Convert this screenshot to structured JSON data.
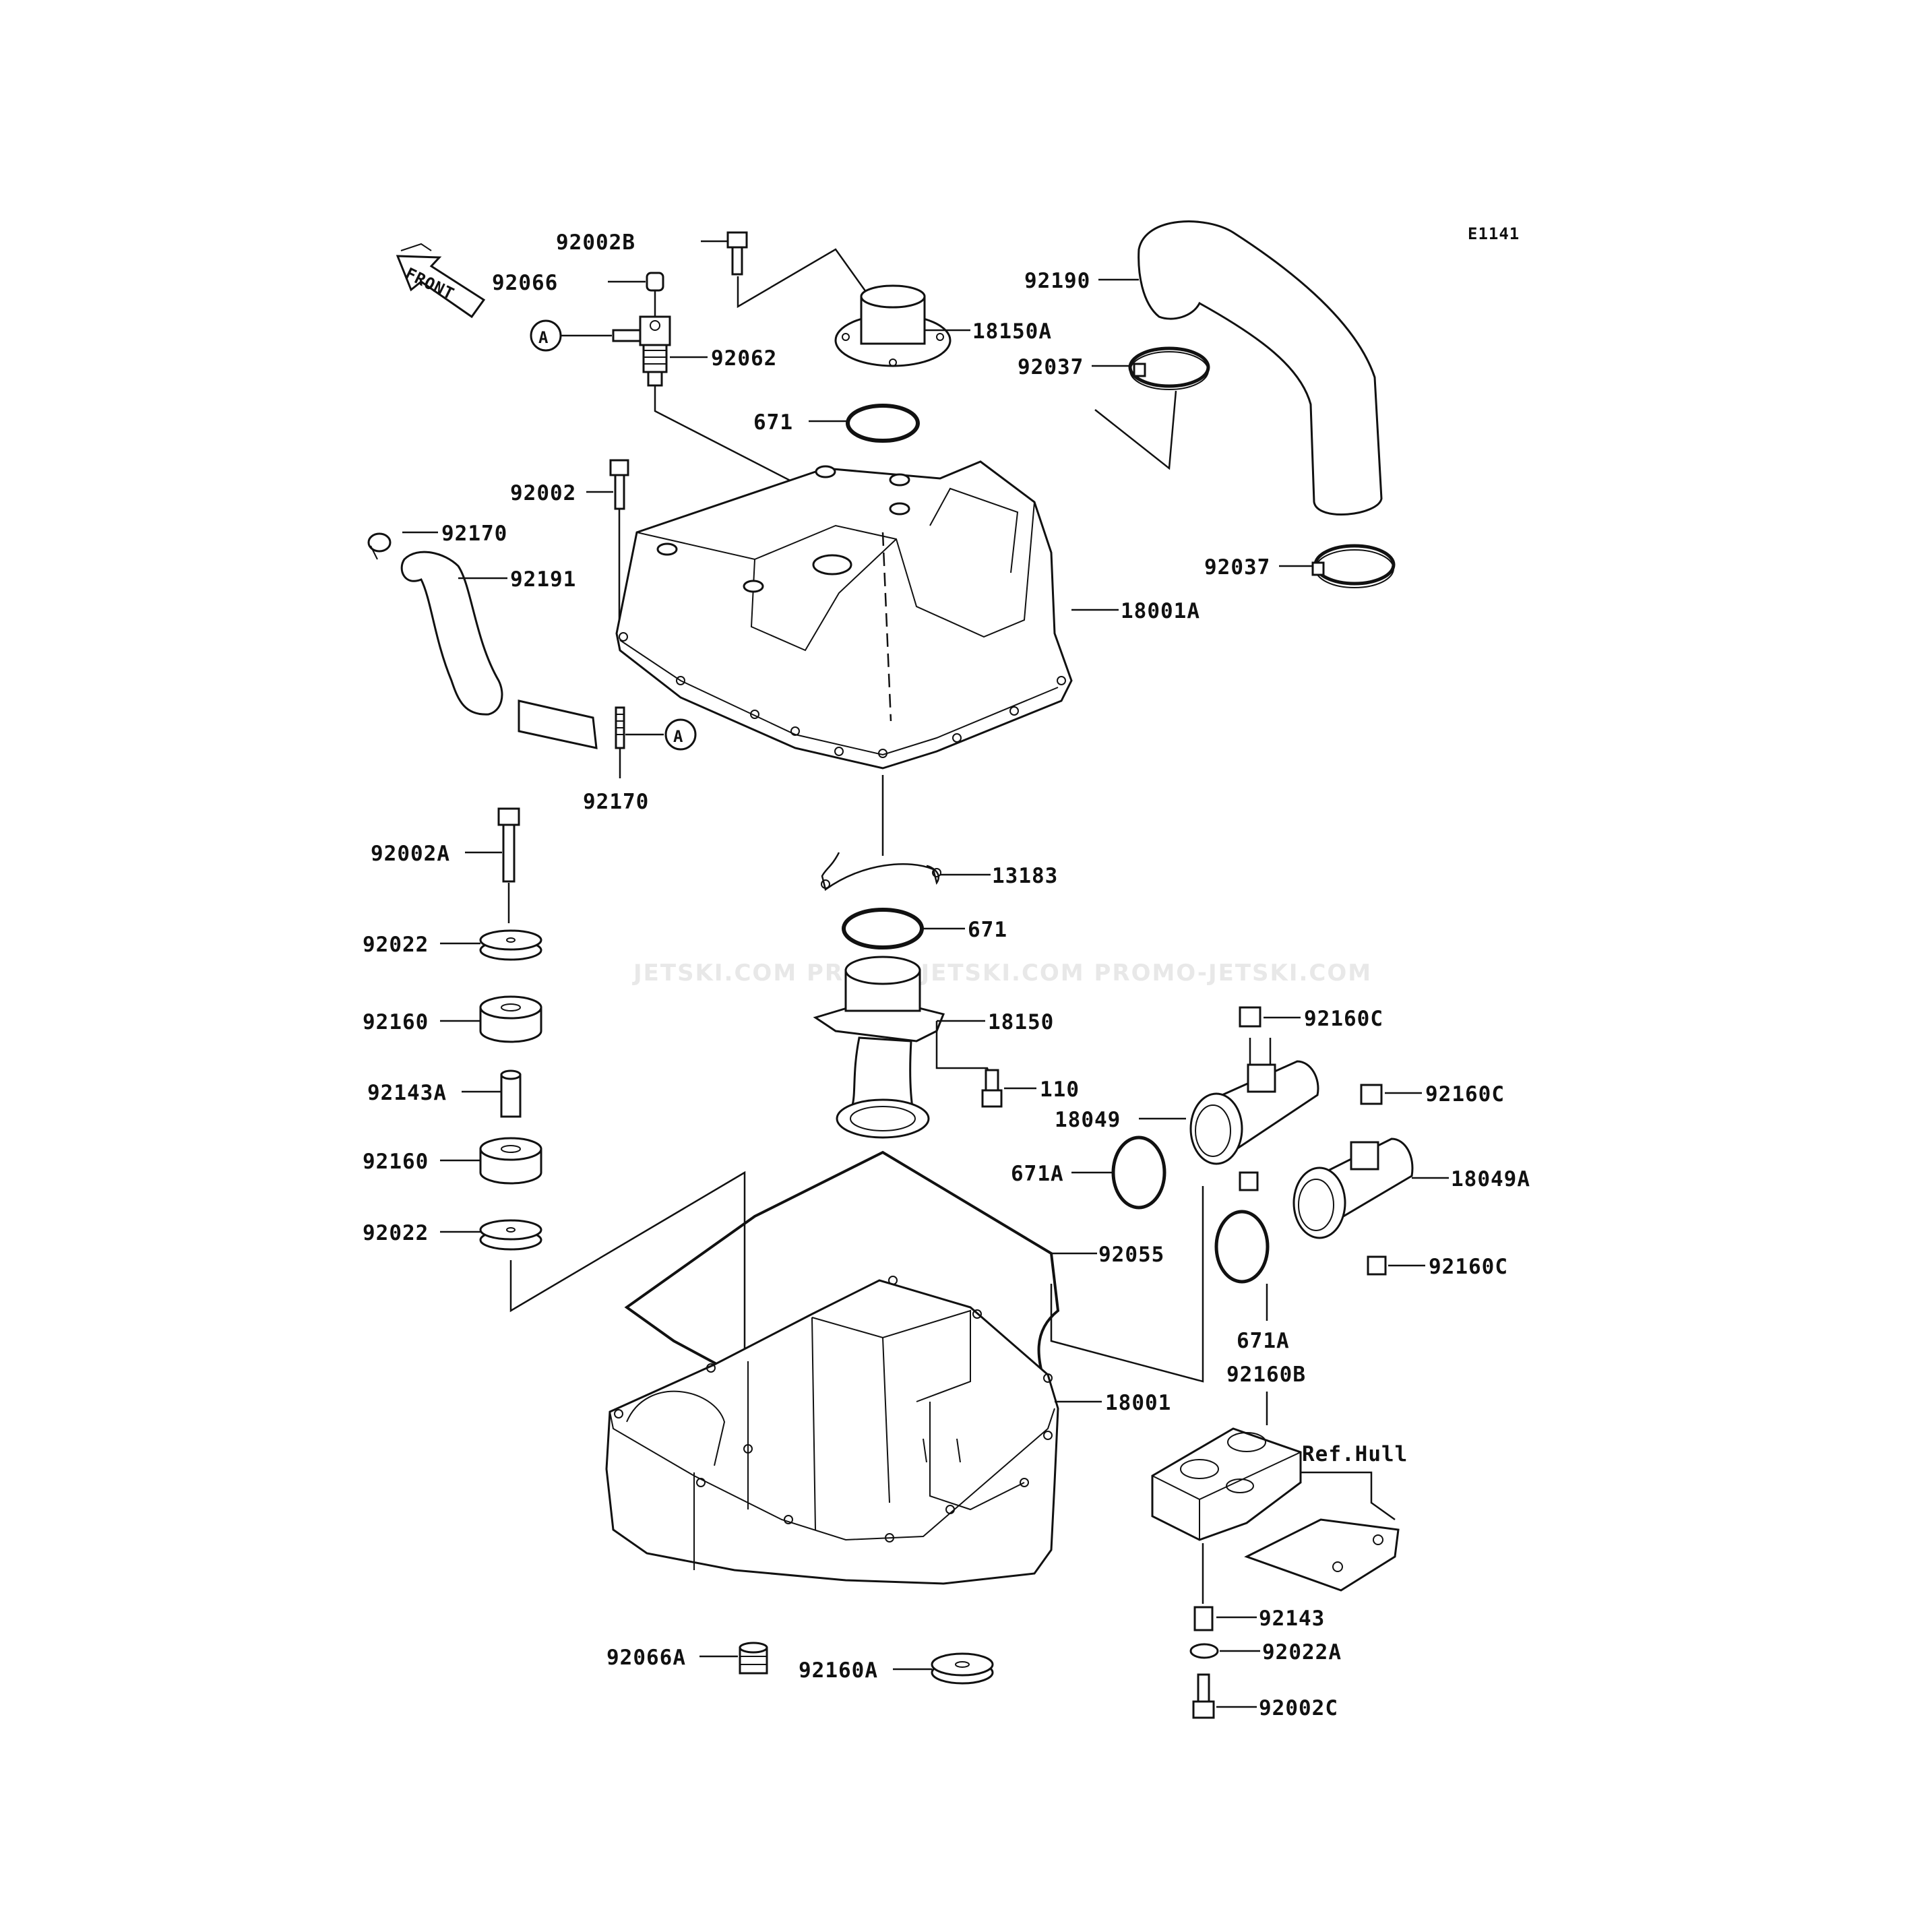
{
  "diagram_code": "E1141",
  "watermark": "JETSKI.COM   PROMO-JETSKI.COM   PROMO-JETSKI.COM",
  "front_label": "FRONT",
  "ref_marker": "A",
  "ref_hull": "Ref.Hull",
  "labels": {
    "p92002B": "92002B",
    "p92066": "92066",
    "p92062": "92062",
    "p18150A": "18150A",
    "p92190": "92190",
    "p92037_top": "92037",
    "p671_top": "671",
    "p92002": "92002",
    "p92170_top": "92170",
    "p92191": "92191",
    "p92037_right": "92037",
    "p18001A": "18001A",
    "p92170_bottom": "92170",
    "p92002A": "92002A",
    "p13183": "13183",
    "p92022_top": "92022",
    "p671_mid": "671",
    "p92160_top": "92160",
    "p18150": "18150",
    "p92160C_1": "92160C",
    "p92143A": "92143A",
    "p110": "110",
    "p92160C_2": "92160C",
    "p18049": "18049",
    "p92160_bottom": "92160",
    "p671A_left": "671A",
    "p18049A": "18049A",
    "p92022_bottom": "92022",
    "p92055": "92055",
    "p92160C_3": "92160C",
    "p671A_bottom": "671A",
    "p92160B": "92160B",
    "p18001": "18001",
    "p92143": "92143",
    "p92022A": "92022A",
    "p92066A": "92066A",
    "p92160A": "92160A",
    "p92002C": "92002C"
  }
}
